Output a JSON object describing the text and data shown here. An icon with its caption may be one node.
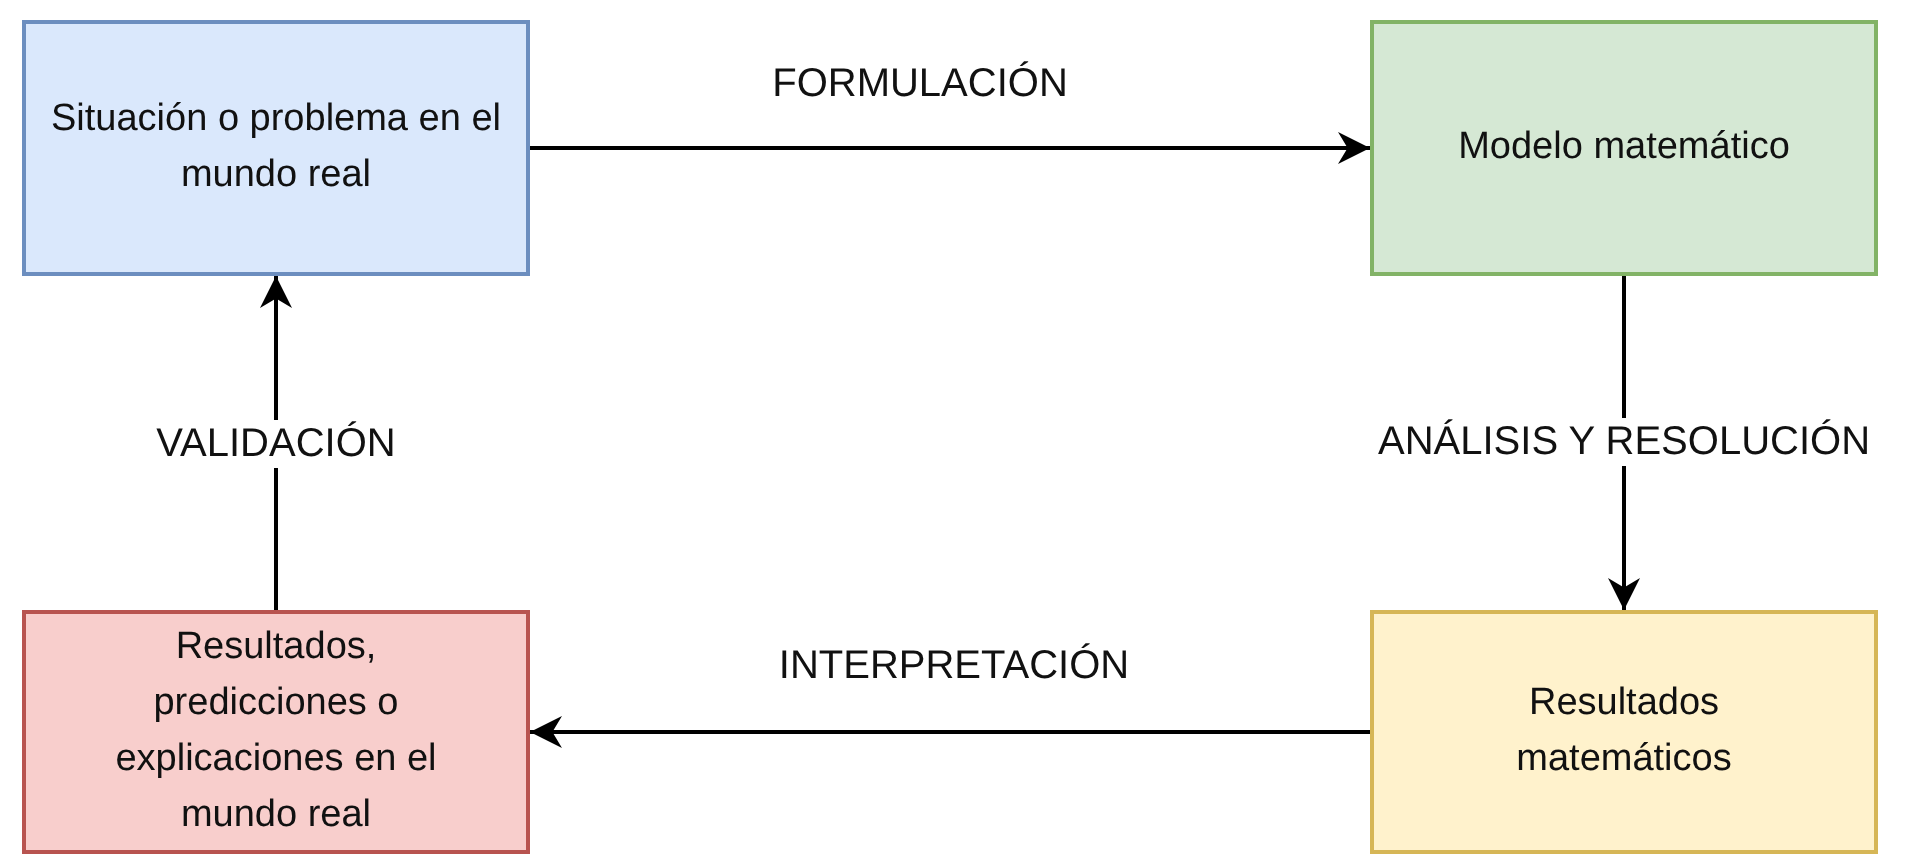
{
  "diagram": {
    "nodes": [
      {
        "text": [
          "Situación o problema en el mundo real"
        ]
      },
      {
        "text": [
          "Modelo matemático"
        ]
      },
      {
        "text": [
          "Resultados matemáticos"
        ]
      },
      {
        "text": [
          "Resultados, predicciones o explicaciones en el mundo real"
        ]
      }
    ],
    "edges": [
      {
        "from": 0,
        "to": 1,
        "arrow": "to",
        "label": "FORMULACIÓN"
      },
      {
        "from": 1,
        "to": 2,
        "arrow": "to",
        "label": "ANÁLISIS Y RESOLUCIÓN"
      },
      {
        "from": 2,
        "to": 3,
        "arrow": "to",
        "label": "INTERPRETACIÓN"
      },
      {
        "from": 3,
        "to": 0,
        "arrow": "to",
        "label": "VALIDACIÓN"
      }
    ]
  }
}
